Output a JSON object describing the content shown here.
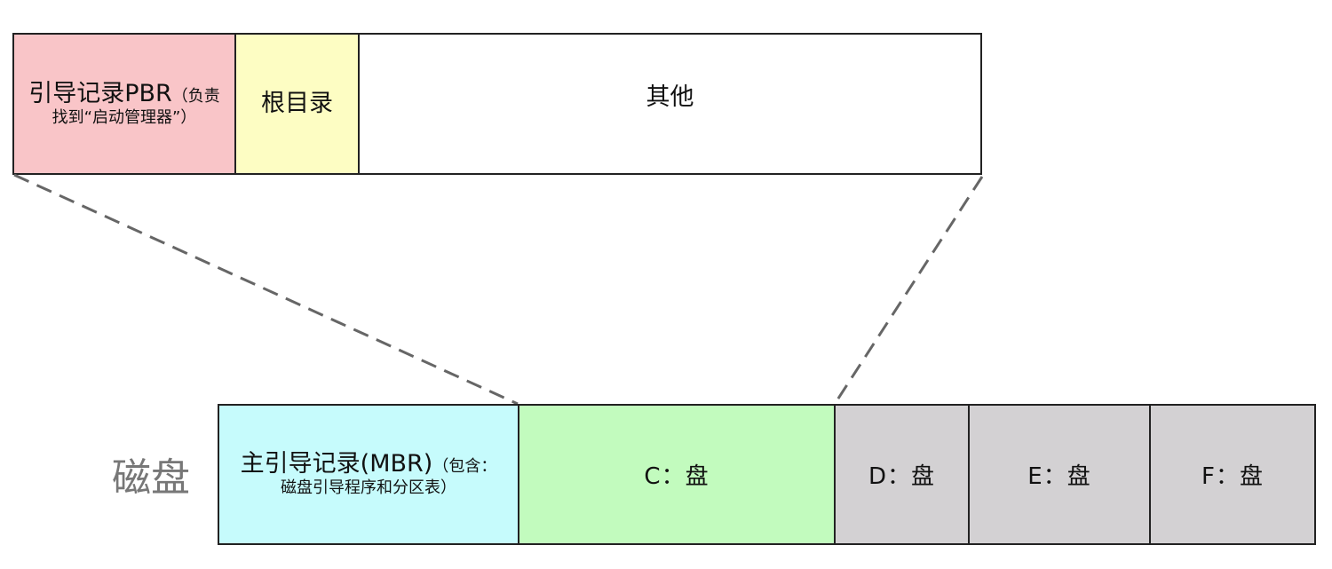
{
  "partition_detail": {
    "pbr": {
      "title": "引导记录PBR",
      "note_part1": "（负责",
      "note_part2": "找到“启动管理器”）"
    },
    "root_dir": "根目录",
    "other": "其他"
  },
  "disk": {
    "label": "磁盘",
    "mbr": {
      "title": "主引导记录(MBR)",
      "note_part1": "（包含：",
      "note_part2": "磁盘引导程序和分区表）"
    },
    "partitions": [
      "C：盘",
      "D：盘",
      "E：盘",
      "F：盘"
    ]
  },
  "colors": {
    "pbr": "#F9C5C8",
    "root_dir": "#FDFDC3",
    "other": "#FFFFFF",
    "mbr": "#C6FBFC",
    "c_drive": "#C2FBBE",
    "other_drives": "#D3D1D3",
    "dash_line": "#666666",
    "disk_label": "#777777"
  }
}
